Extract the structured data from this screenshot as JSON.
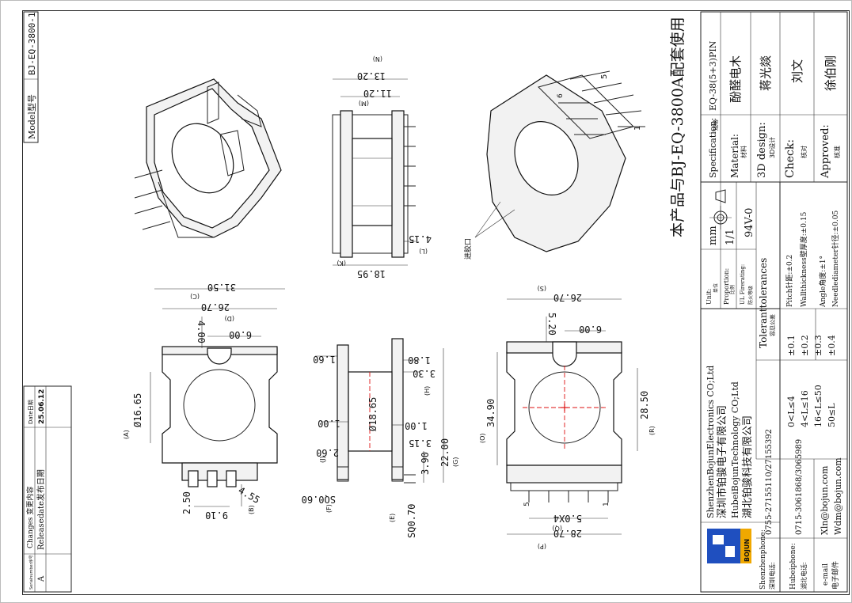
{
  "model": {
    "label": "Model型号",
    "value": "BJ-EQ-3800-1"
  },
  "headline": "本产品与BJ-EQ-3800A配套使用",
  "revision": {
    "serial_label": "Serialnumber序号",
    "changes_label": "Changes 变更内容",
    "date_label": "Date日期",
    "rows": [
      {
        "serial": "A",
        "change": "Releasedate发布日期",
        "date": "25.06.12"
      }
    ]
  },
  "spec": {
    "specification_label": "Specification:",
    "specification_cn": "规格",
    "specification_value": "EQ-38(5+3)PIN",
    "material_label": "Material:",
    "material_cn": "材料",
    "material_value": "酚醛电木",
    "design_label": "3D design:",
    "design_cn": "3D设计",
    "design_value": "蒋光燚",
    "check_label": "Check:",
    "check_cn": "核对",
    "check_value": "刘文",
    "approved_label": "Approved:",
    "approved_cn": "核准",
    "approved_value": "徐伯刚"
  },
  "units": {
    "unit_label": "Unit:",
    "unit_cn": "单位",
    "unit_value": "mm",
    "proportion_label": "Proportion:",
    "proportion_cn": "比例",
    "proportion_value": "1/1",
    "fire_label": "UL Firerating:",
    "fire_cn": "防火等级",
    "fire_value": "94V-0"
  },
  "tolerances": {
    "title": "Toleranttolerances",
    "title_cn": "容忍公差",
    "ranges": [
      {
        "range": "0<L≤4",
        "tol": "±0.1"
      },
      {
        "range": "4<L≤16",
        "tol": "±0.2"
      },
      {
        "range": "16<L≤50",
        "tol": "±0.3"
      },
      {
        "range": "50≤L",
        "tol": "±0.4"
      }
    ],
    "pitch": "Pitch针距:±0.2",
    "wall": "Wallthickness壁厚度:±0.15",
    "angle": "Angle角度:±1°",
    "needle": "Needlediameter针径:±0.05"
  },
  "company": {
    "name1_en": "ShenzhenBojunElectronics CO;Ltd",
    "name1_cn": "深圳市铂骏电子有限公司",
    "name2_en": "HubeiBojunTechnology CO;Ltd",
    "name2_cn": "湖北铂骏科技有限公司",
    "logo_text": "BOJUN",
    "sz_phone_label": "Shenzhenphone:",
    "sz_phone_cn": "深圳电话:",
    "sz_phone": "0755-27155110/27155392",
    "hb_phone_label": "Hubeiphone:",
    "hb_phone_cn": "湖北电话:",
    "hb_phone": "0715-3061868/3065989",
    "email_label": "e-mail",
    "email_cn": "电子邮件",
    "email1": "Xln@bojun.com",
    "email2": "Wdm@bojun.com"
  },
  "dimensions": {
    "top_view": [
      "31.50",
      "26.70",
      "6.00",
      "4.00",
      "Ø16.65",
      "2.50",
      "9.10",
      "4.55"
    ],
    "top_view_refs": [
      "(C)",
      "(D)",
      "(A)",
      "(B)"
    ],
    "side_view": [
      "1.60",
      "1.80",
      "3.30",
      "Ø18.65",
      "1.00",
      "1.00",
      "3.15",
      "2.60",
      "22.00",
      "3.90",
      "SQ0.60",
      "SQ0.70"
    ],
    "side_view_refs": [
      "(E)",
      "(F)",
      "(G)",
      "(H)",
      "(J)"
    ],
    "bottom_view": [
      "26.70",
      "5.20",
      "6.00",
      "34.90",
      "28.50",
      "5.0X4",
      "28.70"
    ],
    "bottom_view_refs": [
      "(S)",
      "(O)",
      "(R)",
      "(Q)",
      "(P)"
    ],
    "end_view": [
      "13.20",
      "11.20",
      "18.95",
      "4.15"
    ],
    "end_view_refs": [
      "(N)",
      "(M)",
      "(K)",
      "(L)"
    ],
    "pin_labels": [
      "5",
      "1",
      "6"
    ],
    "gate_label": "进胶口"
  },
  "colors": {
    "line": "#222222",
    "center_mark": "#dd1111",
    "logo": "#1f4fbf",
    "logo_accent": "#f0a800"
  }
}
